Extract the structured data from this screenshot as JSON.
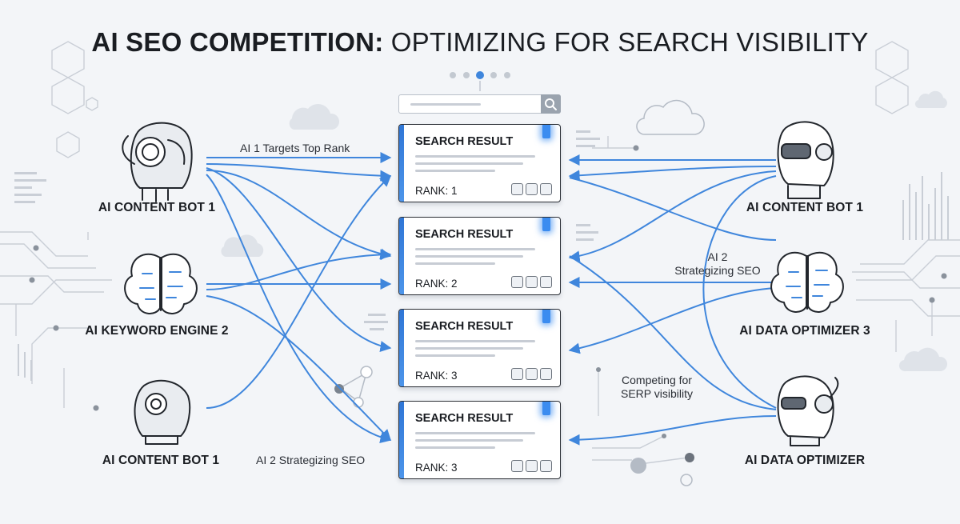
{
  "title": {
    "bold": "AI SEO COMPETITION:",
    "rest": " OPTIMIZING FOR SEARCH VISIBILITY"
  },
  "agents_left": [
    {
      "label": "AI CONTENT BOT 1",
      "icon": "robot-headset-icon"
    },
    {
      "label": "AI KEYWORD ENGINE 2",
      "icon": "brain-circuit-icon"
    },
    {
      "label": "AI CONTENT BOT 1",
      "icon": "robot-profile-icon"
    }
  ],
  "agents_right": [
    {
      "label": "AI CONTENT BOT 1",
      "icon": "robot-visor-icon"
    },
    {
      "label": "AI DATA OPTIMIZER 3",
      "icon": "brain-circuit-icon"
    },
    {
      "label": "AI DATA OPTIMIZER",
      "icon": "robot-visor-headset-icon"
    }
  ],
  "results": [
    {
      "title": "SEARCH RESULT",
      "rank": "RANK: 1"
    },
    {
      "title": "SEARCH RESULT",
      "rank": "RANK: 2"
    },
    {
      "title": "SEARCH RESULT",
      "rank": "RANK: 3"
    },
    {
      "title": "SEARCH RESULT",
      "rank": "RANK: 3"
    }
  ],
  "captions": {
    "left_top": "AI 1 Targets Top Rank",
    "left_bottom": "AI 2 Strategizing SEO",
    "right_mid_1": "AI 2",
    "right_mid_2": "Strategizing SEO",
    "right_low_1": "Competing for",
    "right_low_2": "SERP visibility"
  },
  "colors": {
    "connector": "#3f86dc",
    "accent": "#2f76d6",
    "ink": "#1a1d22",
    "circuit": "#c9ced6"
  }
}
